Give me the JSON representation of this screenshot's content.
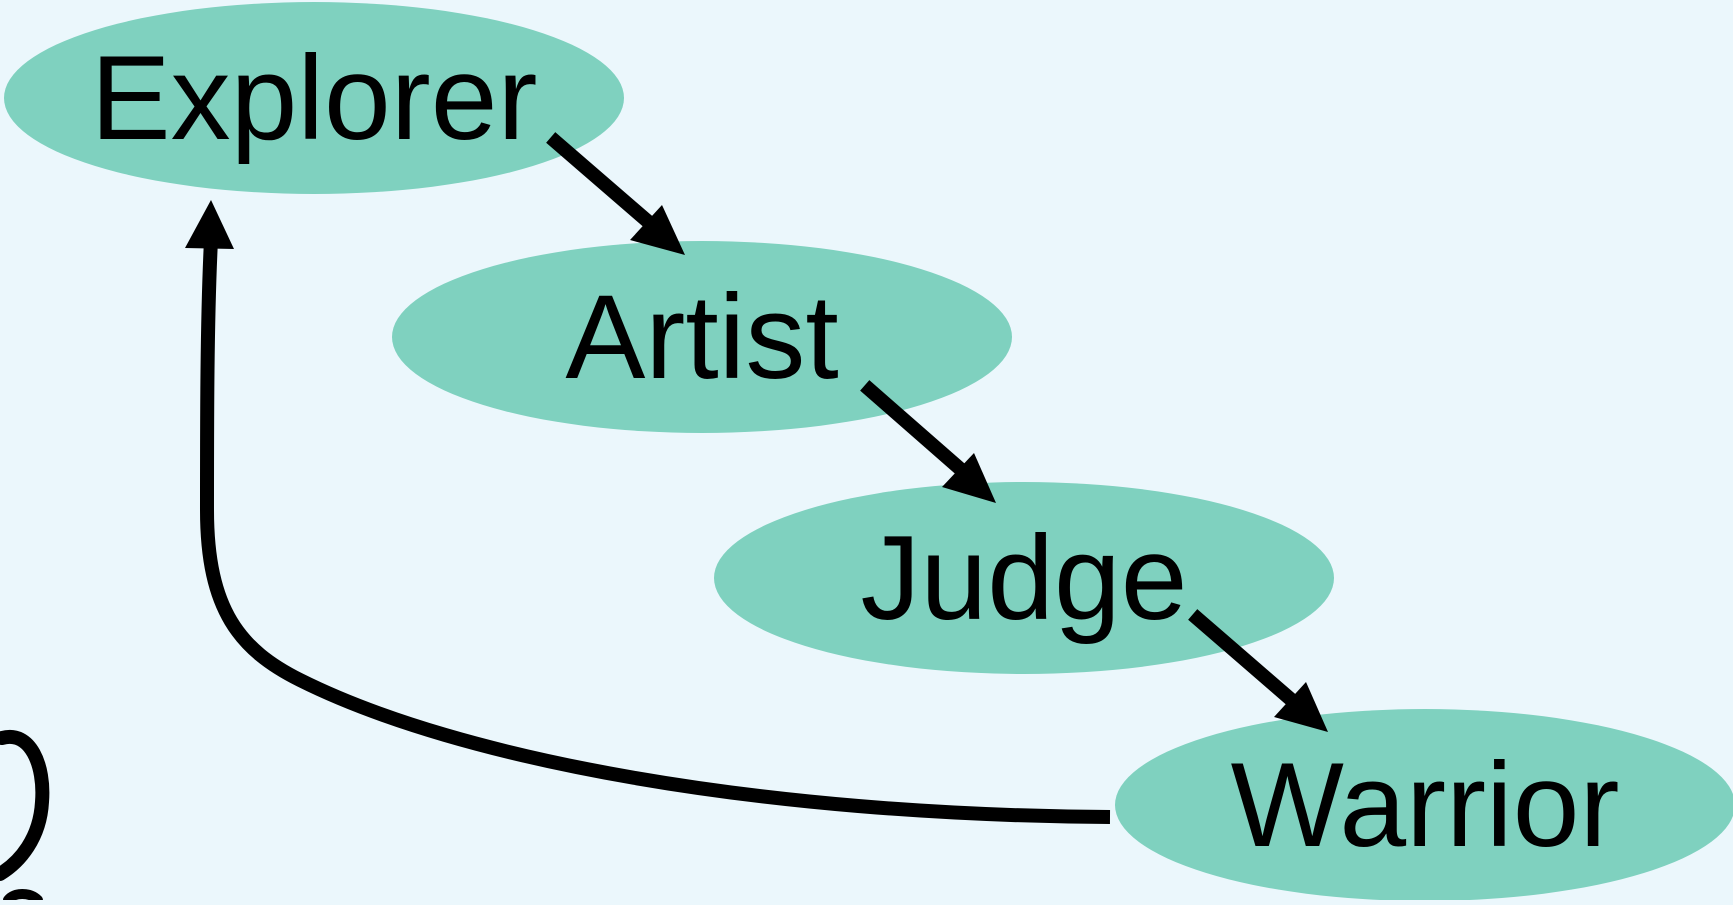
{
  "colors": {
    "background": "#ebf7fc",
    "node_fill": "#7fd1bf",
    "stroke": "#000000"
  },
  "diagram": {
    "nodes": [
      {
        "id": "explorer",
        "label": "Explorer"
      },
      {
        "id": "artist",
        "label": "Artist"
      },
      {
        "id": "judge",
        "label": "Judge"
      },
      {
        "id": "warrior",
        "label": "Warrior"
      }
    ],
    "edges": [
      {
        "from": "explorer",
        "to": "artist"
      },
      {
        "from": "artist",
        "to": "judge"
      },
      {
        "from": "judge",
        "to": "warrior"
      },
      {
        "from": "warrior",
        "to": "explorer"
      }
    ]
  }
}
